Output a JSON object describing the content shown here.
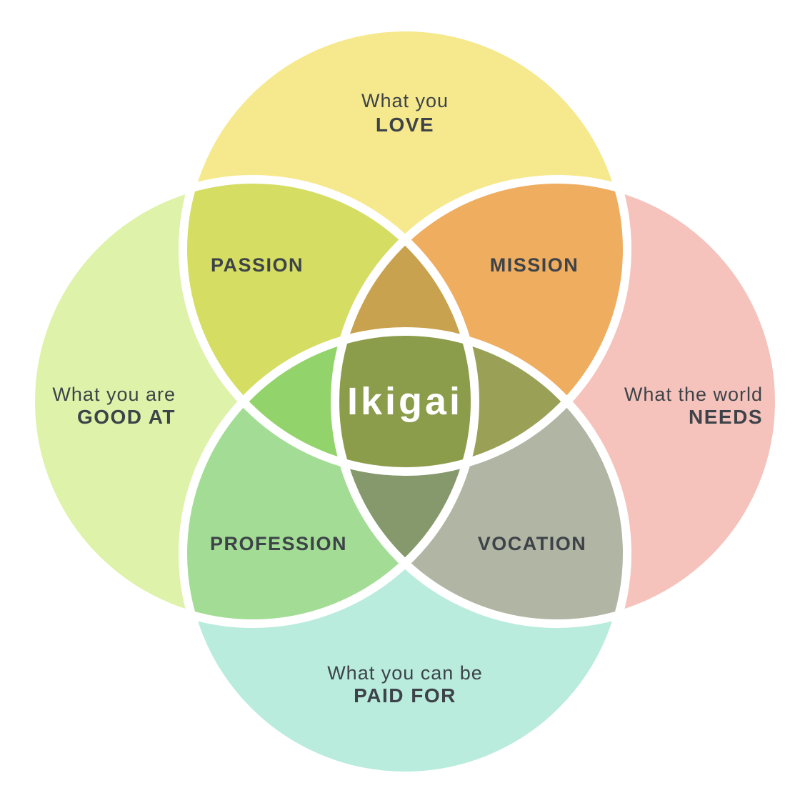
{
  "diagram": {
    "type": "venn-4-circles",
    "background_color": "#ffffff",
    "divider_color": "#ffffff",
    "text_color": "#3d4348",
    "circles": {
      "love": {
        "line1": "What you",
        "line2": "LOVE",
        "color": "#f6e98d"
      },
      "good_at": {
        "line1": "What you are",
        "line2": "GOOD AT",
        "color": "#def2a9"
      },
      "needs": {
        "line1": "What the world",
        "line2": "NEEDS",
        "color": "#f5c3bc"
      },
      "paid_for": {
        "line1": "What you can be",
        "line2": "PAID FOR",
        "color": "#b9ecdd"
      }
    },
    "overlaps": {
      "passion": {
        "label": "PASSION",
        "color": "#d5de63"
      },
      "mission": {
        "label": "MISSION",
        "color": "#efad60"
      },
      "profession": {
        "label": "PROFESSION",
        "color": "#a3dd95"
      },
      "vocation": {
        "label": "VOCATION",
        "color": "#b1b5a3"
      },
      "love_goodat_needs": {
        "color": "#c8a24f"
      },
      "love_goodat_paidfor": {
        "color": "#92d46b"
      },
      "love_needs_paidfor": {
        "color": "#9aa157"
      },
      "goodat_needs_paidfor": {
        "color": "#85996c"
      },
      "center": {
        "label": "Ikigai",
        "color": "#8b9c4a",
        "label_color": "#ffffff"
      }
    }
  }
}
